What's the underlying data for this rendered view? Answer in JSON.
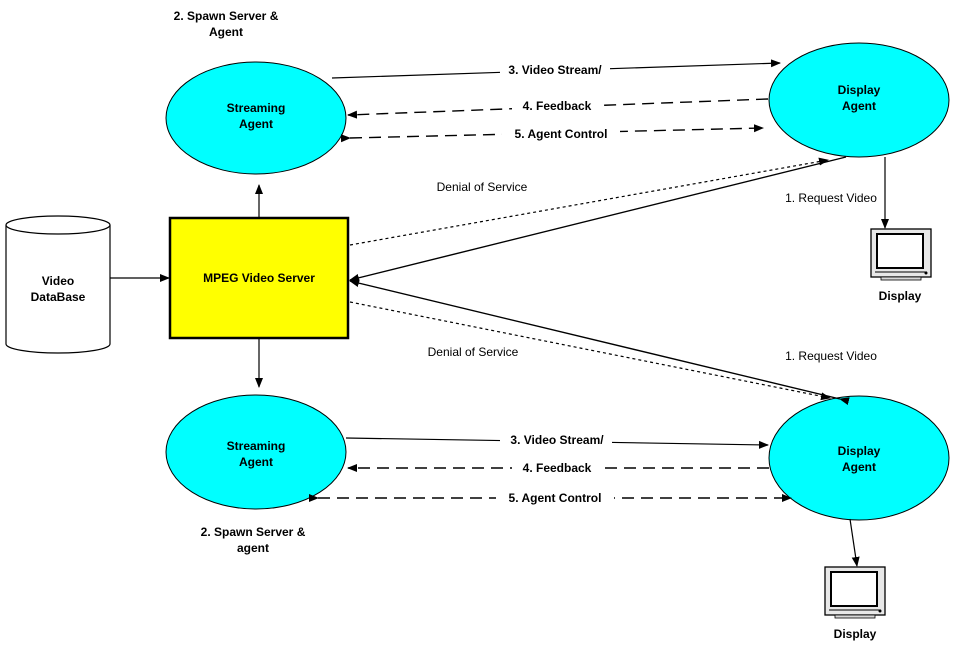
{
  "database": {
    "line1": "Video",
    "line2": "DataBase"
  },
  "server": {
    "label": "MPEG Video Server",
    "fill": "#ffff00"
  },
  "agent_fill": "#00ffff",
  "top": {
    "spawn_line1": "2. Spawn Server &",
    "spawn_line2": "Agent",
    "streaming_line1": "Streaming",
    "streaming_line2": "Agent",
    "display_agent_line1": "Display",
    "display_agent_line2": "Agent",
    "video_stream": "3. Video Stream/",
    "feedback": "4. Feedback",
    "agent_control": "5. Agent Control",
    "denial": "Denial of Service",
    "request": "1. Request Video",
    "display": "Display"
  },
  "bottom": {
    "spawn_line1": "2. Spawn Server  &",
    "spawn_line2": "agent",
    "streaming_line1": "Streaming",
    "streaming_line2": "Agent",
    "display_agent_line1": "Display",
    "display_agent_line2": "Agent",
    "video_stream": "3. Video Stream/",
    "feedback": "4. Feedback",
    "agent_control": "5. Agent Control",
    "denial": "Denial of Service",
    "request": "1. Request Video",
    "display": "Display"
  }
}
